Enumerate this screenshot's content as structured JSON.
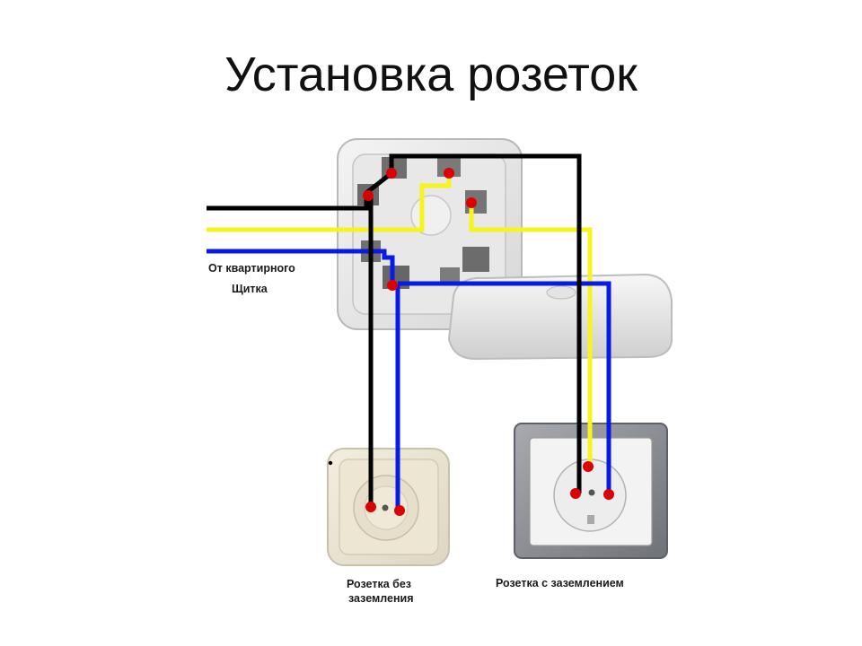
{
  "title": "Установка розеток",
  "labels": {
    "source": [
      "От квартирного",
      "Щитка"
    ],
    "socket_no_ground": [
      "Розетка без",
      "заземления"
    ],
    "socket_ground": "Розетка с заземлением"
  },
  "colors": {
    "phase_wire": "#000000",
    "neutral_wire": "#0a1ae6",
    "ground_wire": "#f5f51c",
    "contact": "#dd0000"
  },
  "icons": [
    "junction-box",
    "socket-without-ground",
    "socket-with-ground"
  ]
}
